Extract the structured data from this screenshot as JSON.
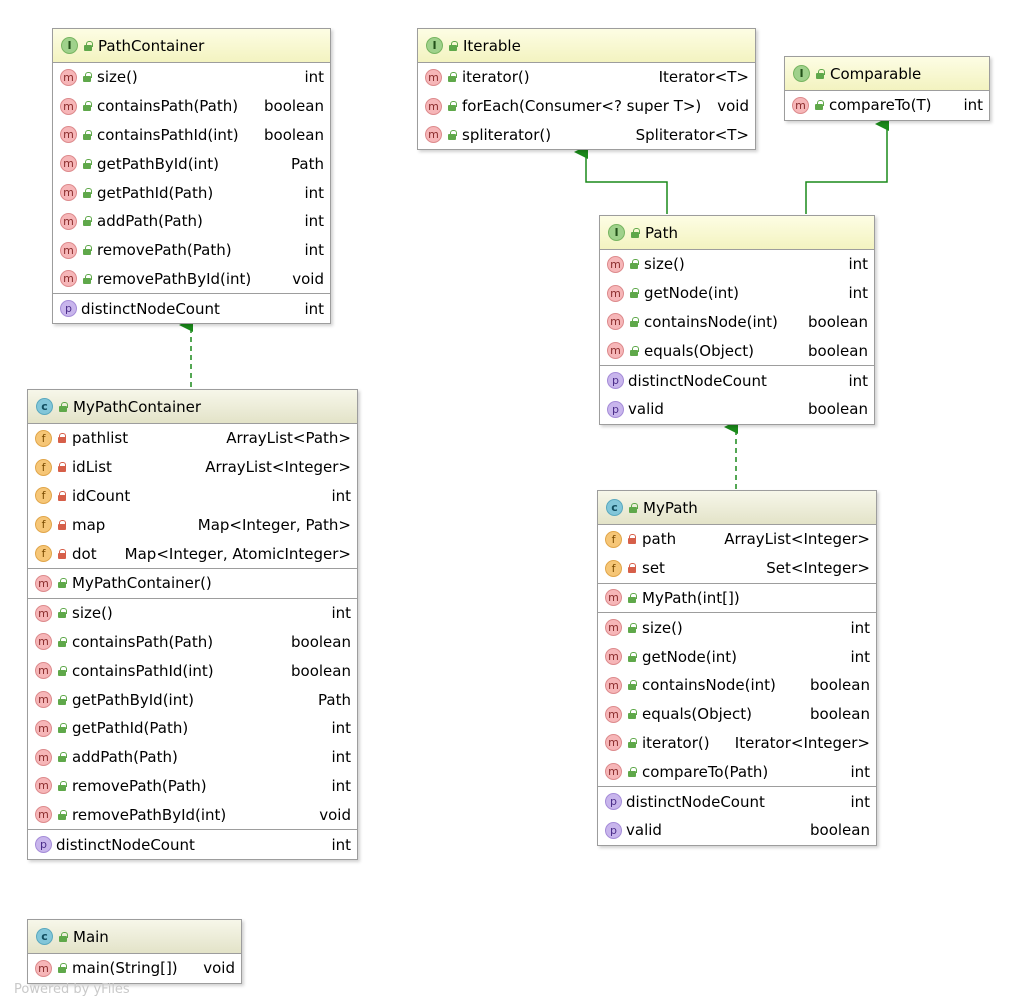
{
  "watermark": "Powered by yFiles",
  "colors": {
    "edge": "#1a8a1a",
    "header_interface": "#f7f7c6",
    "header_class": "#e9e9d2"
  },
  "nodes": {
    "pathcontainer": {
      "kind": "interface",
      "title": "PathContainer",
      "methods": [
        {
          "name": "size()",
          "type": "int"
        },
        {
          "name": "containsPath(Path)",
          "type": "boolean"
        },
        {
          "name": "containsPathId(int)",
          "type": "boolean"
        },
        {
          "name": "getPathById(int)",
          "type": "Path"
        },
        {
          "name": "getPathId(Path)",
          "type": "int"
        },
        {
          "name": "addPath(Path)",
          "type": "int"
        },
        {
          "name": "removePath(Path)",
          "type": "int"
        },
        {
          "name": "removePathById(int)",
          "type": "void"
        }
      ],
      "properties": [
        {
          "name": "distinctNodeCount",
          "type": "int"
        }
      ]
    },
    "iterable": {
      "kind": "interface",
      "title": "Iterable",
      "methods": [
        {
          "name": "iterator()",
          "type": "Iterator<T>"
        },
        {
          "name": "forEach(Consumer<? super T>)",
          "type": "void"
        },
        {
          "name": "spliterator()",
          "type": "Spliterator<T>"
        }
      ]
    },
    "comparable": {
      "kind": "interface",
      "title": "Comparable",
      "methods": [
        {
          "name": "compareTo(T)",
          "type": "int"
        }
      ]
    },
    "path": {
      "kind": "interface",
      "title": "Path",
      "methods": [
        {
          "name": "size()",
          "type": "int"
        },
        {
          "name": "getNode(int)",
          "type": "int"
        },
        {
          "name": "containsNode(int)",
          "type": "boolean"
        },
        {
          "name": "equals(Object)",
          "type": "boolean"
        }
      ],
      "properties": [
        {
          "name": "distinctNodeCount",
          "type": "int"
        },
        {
          "name": "valid",
          "type": "boolean"
        }
      ]
    },
    "mypathcontainer": {
      "kind": "class",
      "title": "MyPathContainer",
      "fields": [
        {
          "name": "pathlist",
          "type": "ArrayList<Path>"
        },
        {
          "name": "idList",
          "type": "ArrayList<Integer>"
        },
        {
          "name": "idCount",
          "type": "int"
        },
        {
          "name": "map",
          "type": "Map<Integer, Path>"
        },
        {
          "name": "dot",
          "type": "Map<Integer, AtomicInteger>"
        }
      ],
      "constructors": [
        {
          "name": "MyPathContainer()",
          "type": ""
        }
      ],
      "methods": [
        {
          "name": "size()",
          "type": "int"
        },
        {
          "name": "containsPath(Path)",
          "type": "boolean"
        },
        {
          "name": "containsPathId(int)",
          "type": "boolean"
        },
        {
          "name": "getPathById(int)",
          "type": "Path"
        },
        {
          "name": "getPathId(Path)",
          "type": "int"
        },
        {
          "name": "addPath(Path)",
          "type": "int"
        },
        {
          "name": "removePath(Path)",
          "type": "int"
        },
        {
          "name": "removePathById(int)",
          "type": "void"
        }
      ],
      "properties": [
        {
          "name": "distinctNodeCount",
          "type": "int"
        }
      ]
    },
    "mypath": {
      "kind": "class",
      "title": "MyPath",
      "fields": [
        {
          "name": "path",
          "type": "ArrayList<Integer>"
        },
        {
          "name": "set",
          "type": "Set<Integer>"
        }
      ],
      "constructors": [
        {
          "name": "MyPath(int[])",
          "type": ""
        }
      ],
      "methods": [
        {
          "name": "size()",
          "type": "int"
        },
        {
          "name": "getNode(int)",
          "type": "int"
        },
        {
          "name": "containsNode(int)",
          "type": "boolean"
        },
        {
          "name": "equals(Object)",
          "type": "boolean"
        },
        {
          "name": "iterator()",
          "type": "Iterator<Integer>"
        },
        {
          "name": "compareTo(Path)",
          "type": "int"
        }
      ],
      "properties": [
        {
          "name": "distinctNodeCount",
          "type": "int"
        },
        {
          "name": "valid",
          "type": "boolean"
        }
      ]
    },
    "main": {
      "kind": "class",
      "title": "Main",
      "methods": [
        {
          "name": "main(String[])",
          "type": "void"
        }
      ]
    }
  }
}
